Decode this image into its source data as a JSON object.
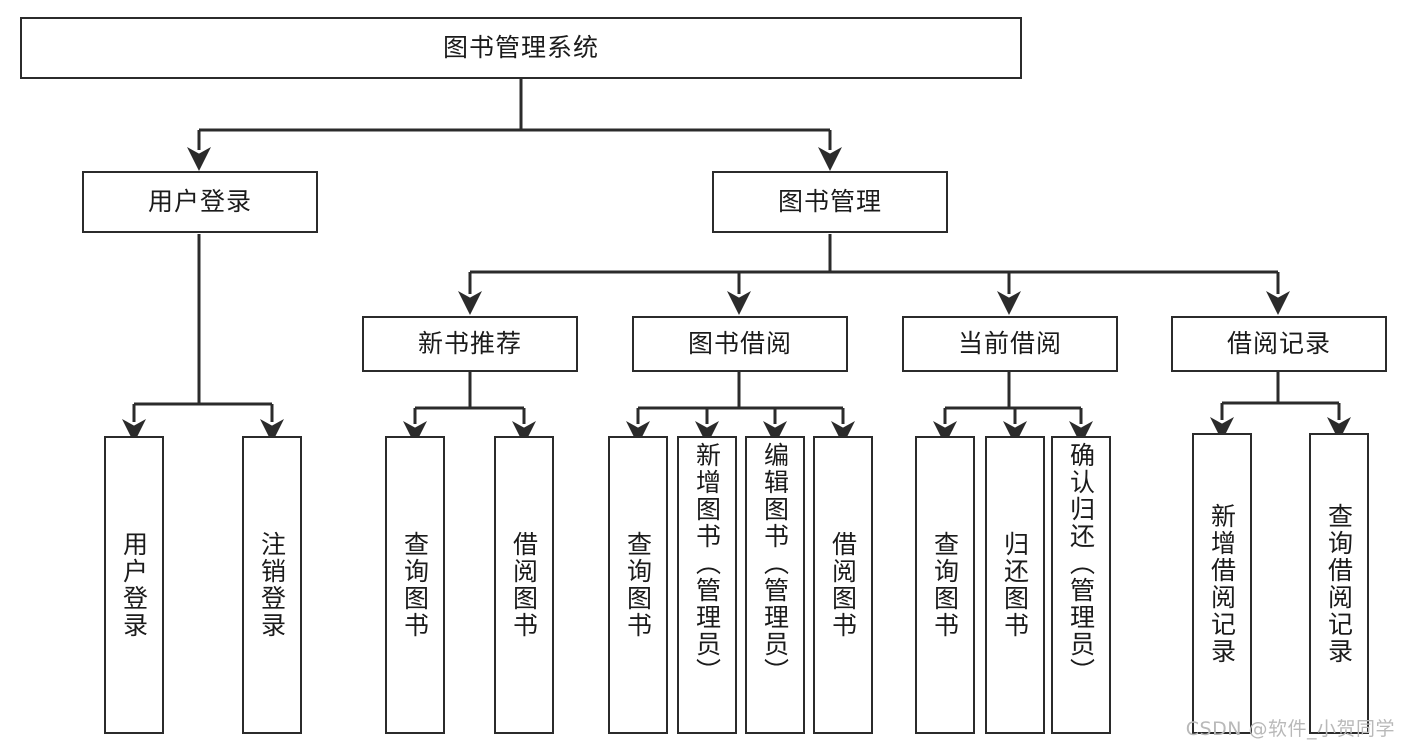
{
  "diagram": {
    "type": "tree-hierarchy",
    "title": "图书管理系统",
    "orientation": "top-down",
    "colors": {
      "box_border": "#2b2b2b",
      "box_fill": "#ffffff",
      "connector": "#2b2b2b",
      "text": "#1b1b1b",
      "watermark": "#b9b9b9",
      "background": "#ffffff"
    },
    "root": {
      "id": "root",
      "label": "图书管理系统",
      "orientation": "horizontal"
    },
    "level2": [
      {
        "id": "user-login",
        "label": "用户登录",
        "orientation": "horizontal"
      },
      {
        "id": "book-manage",
        "label": "图书管理",
        "orientation": "horizontal"
      }
    ],
    "level3": [
      {
        "id": "new-book-recommend",
        "label": "新书推荐",
        "orientation": "horizontal",
        "parent": "book-manage"
      },
      {
        "id": "book-borrow",
        "label": "图书借阅",
        "orientation": "horizontal",
        "parent": "book-manage"
      },
      {
        "id": "current-borrow",
        "label": "当前借阅",
        "orientation": "horizontal",
        "parent": "book-manage"
      },
      {
        "id": "borrow-record",
        "label": "借阅记录",
        "orientation": "horizontal",
        "parent": "book-manage"
      }
    ],
    "leaves": [
      {
        "id": "leaf-user-login",
        "label": "用户登录",
        "parent": "user-login",
        "orientation": "vertical",
        "align": "middle"
      },
      {
        "id": "leaf-logout-login",
        "label": "注销登录",
        "parent": "user-login",
        "orientation": "vertical",
        "align": "middle"
      },
      {
        "id": "leaf-query-book-1",
        "label": "查询图书",
        "parent": "new-book-recommend",
        "orientation": "vertical",
        "align": "middle"
      },
      {
        "id": "leaf-borrow-book-1",
        "label": "借阅图书",
        "parent": "new-book-recommend",
        "orientation": "vertical",
        "align": "middle"
      },
      {
        "id": "leaf-query-book-2",
        "label": "查询图书",
        "parent": "book-borrow",
        "orientation": "vertical",
        "align": "middle"
      },
      {
        "id": "leaf-add-book-admin",
        "label": "新增图书（管理员）",
        "parent": "book-borrow",
        "orientation": "vertical",
        "align": "top"
      },
      {
        "id": "leaf-edit-book-admin",
        "label": "编辑图书（管理员）",
        "parent": "book-borrow",
        "orientation": "vertical",
        "align": "top"
      },
      {
        "id": "leaf-borrow-book-2",
        "label": "借阅图书",
        "parent": "book-borrow",
        "orientation": "vertical",
        "align": "middle"
      },
      {
        "id": "leaf-query-book-3",
        "label": "查询图书",
        "parent": "current-borrow",
        "orientation": "vertical",
        "align": "middle"
      },
      {
        "id": "leaf-return-book",
        "label": "归还图书",
        "parent": "current-borrow",
        "orientation": "vertical",
        "align": "middle"
      },
      {
        "id": "leaf-confirm-return-admin",
        "label": "确认归还（管理员）",
        "parent": "current-borrow",
        "orientation": "vertical",
        "align": "top"
      },
      {
        "id": "leaf-add-borrow-record",
        "label": "新增借阅记录",
        "parent": "borrow-record",
        "orientation": "vertical",
        "align": "middle"
      },
      {
        "id": "leaf-query-borrow-record",
        "label": "查询借阅记录",
        "parent": "borrow-record",
        "orientation": "vertical",
        "align": "middle"
      }
    ]
  },
  "watermark": {
    "text": "CSDN @软件_小贺同学"
  }
}
